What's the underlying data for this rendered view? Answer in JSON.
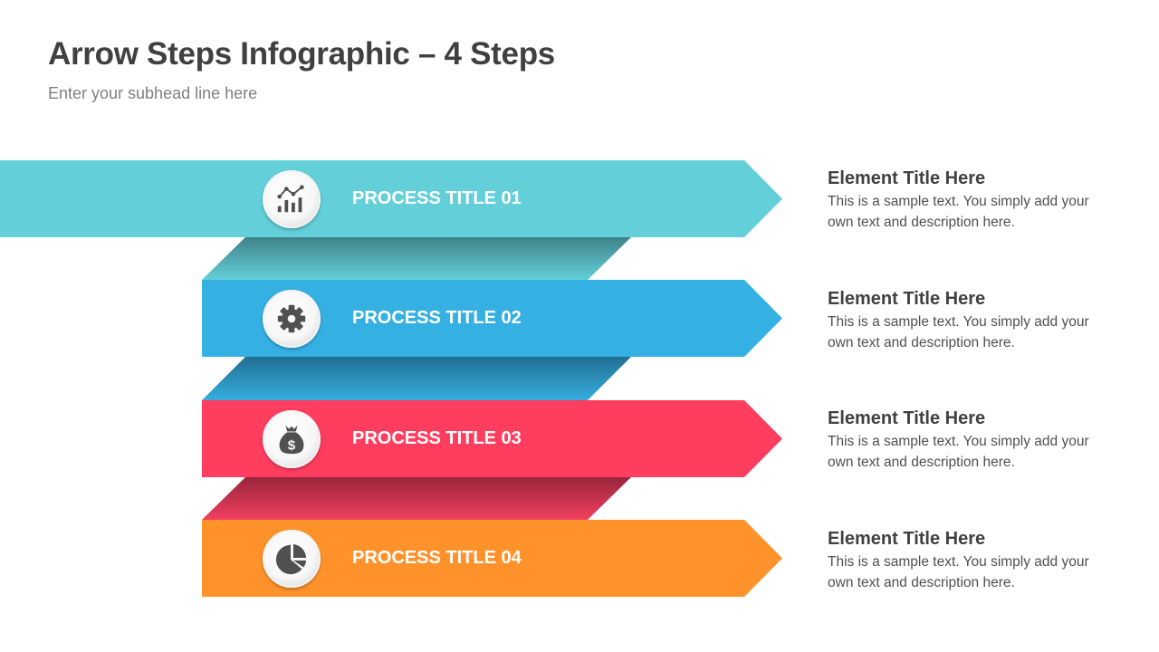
{
  "header": {
    "title": "Arrow Steps Infographic – 4 Steps",
    "subtitle": "Enter your subhead line here"
  },
  "steps": [
    {
      "label": "PROCESS TITLE 01",
      "icon": "chart-icon",
      "color": "#63CFD9",
      "element_title": "Element Title Here",
      "element_text": "This is a sample text. You simply add your own text and description here."
    },
    {
      "label": "PROCESS TITLE 02",
      "icon": "gear-icon",
      "color": "#35B0E2",
      "element_title": "Element Title Here",
      "element_text": "This is a sample text. You simply add your own text and description here."
    },
    {
      "label": "PROCESS TITLE 03",
      "icon": "money-bag-icon",
      "color": "#FF3D5E",
      "element_title": "Element Title Here",
      "element_text": "This is a sample text. You simply add your own text and description here."
    },
    {
      "label": "PROCESS TITLE 04",
      "icon": "pie-chart-icon",
      "color": "#FF922B",
      "element_title": "Element Title Here",
      "element_text": "This is a sample text. You simply add your own text and description here."
    }
  ],
  "colors": {
    "title": "#404040",
    "subtitle": "#7F7F7F",
    "icon": "#505050"
  }
}
